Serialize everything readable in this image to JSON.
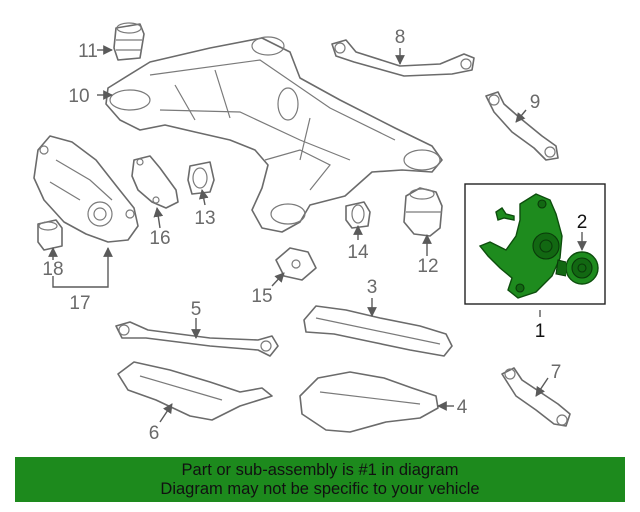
{
  "diagram": {
    "callouts": {
      "c1": "1",
      "c2": "2",
      "c3": "3",
      "c4": "4",
      "c5": "5",
      "c6": "6",
      "c7": "7",
      "c8": "8",
      "c9": "9",
      "c10": "10",
      "c11": "11",
      "c12": "12",
      "c13": "13",
      "c14": "14",
      "c15": "15",
      "c16": "16",
      "c17": "17",
      "c18": "18"
    },
    "highlighted_parts": [
      "1",
      "2"
    ],
    "highlight_color": "#1e8b1e"
  },
  "banner": {
    "line1": "Part or sub-assembly is #1 in diagram",
    "line2": "Diagram may not be specific to your vehicle",
    "background": "#1d8a1d"
  }
}
